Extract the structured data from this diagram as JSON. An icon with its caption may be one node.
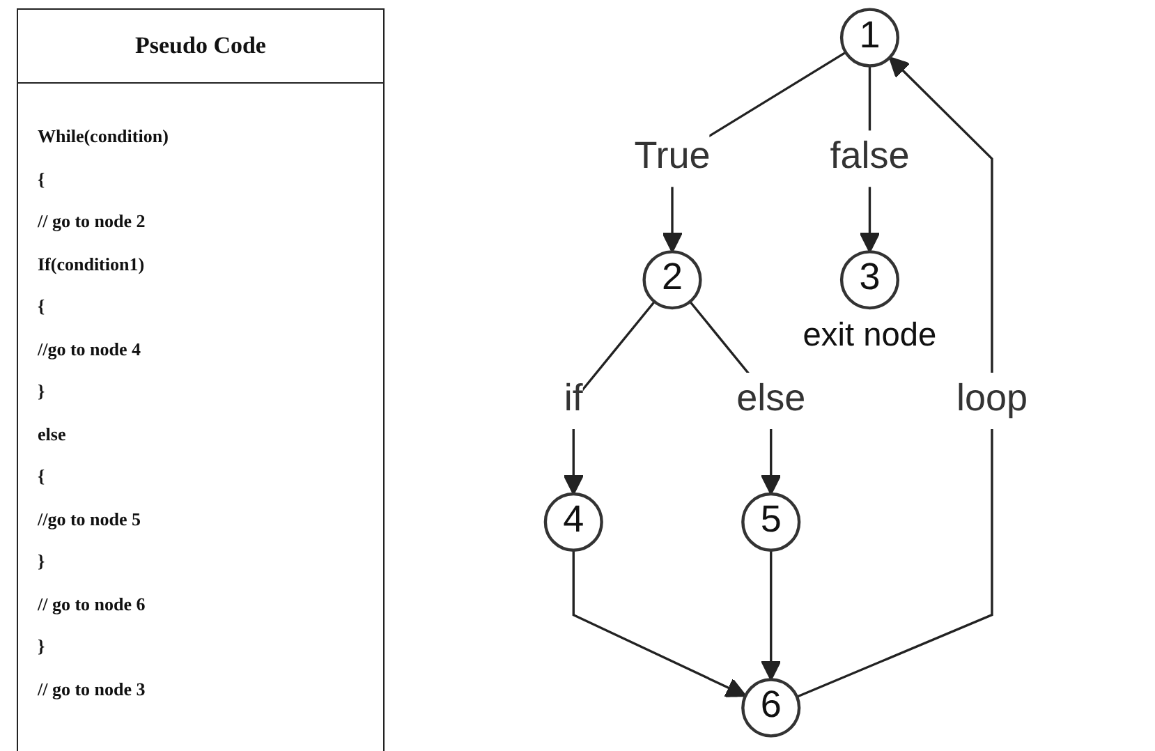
{
  "diagram": {
    "nodes": [
      {
        "text": [
          "1"
        ]
      },
      {
        "text": [
          "2"
        ]
      },
      {
        "text": [
          "3"
        ],
        "beside": [
          "exit node"
        ]
      },
      {
        "text": [
          "4"
        ]
      },
      {
        "text": [
          "5"
        ]
      },
      {
        "text": [
          "6"
        ]
      }
    ],
    "edges": [
      {
        "from": 0,
        "to": 1,
        "arrow": "to",
        "label": "True"
      },
      {
        "from": 0,
        "to": 2,
        "arrow": "to",
        "label": "false"
      },
      {
        "from": 1,
        "to": 3,
        "arrow": "to",
        "label": "if"
      },
      {
        "from": 1,
        "to": 4,
        "arrow": "to",
        "label": "else"
      },
      {
        "from": 3,
        "to": 5,
        "arrow": "to"
      },
      {
        "from": 4,
        "to": 5,
        "arrow": "to"
      },
      {
        "from": 5,
        "to": 0,
        "arrow": "to",
        "label": "loop"
      }
    ],
    "labels": [
      "Pseudo Code",
      "While(condition)",
      "{",
      "// go to node 2",
      "If(condition1)",
      "{",
      "//go to node 4",
      "}",
      "else",
      "{",
      "//go to node 5",
      "}",
      "// go to node 6",
      "}",
      "// go to node 3"
    ]
  }
}
